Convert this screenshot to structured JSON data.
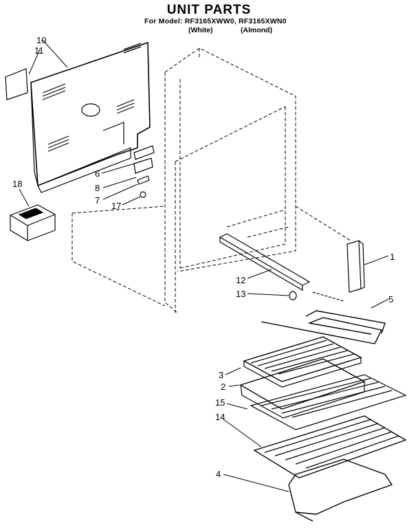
{
  "header": {
    "title": "UNIT PARTS",
    "model_line": "For Model: RF3165XWW0, RF3165XWN0",
    "variant_white": "(White)",
    "variant_almond": "(Almond)"
  },
  "callouts": [
    "10",
    "11",
    "18",
    "6",
    "8",
    "7",
    "17",
    "1",
    "12",
    "13",
    "5",
    "3",
    "2",
    "15",
    "14",
    "4"
  ]
}
